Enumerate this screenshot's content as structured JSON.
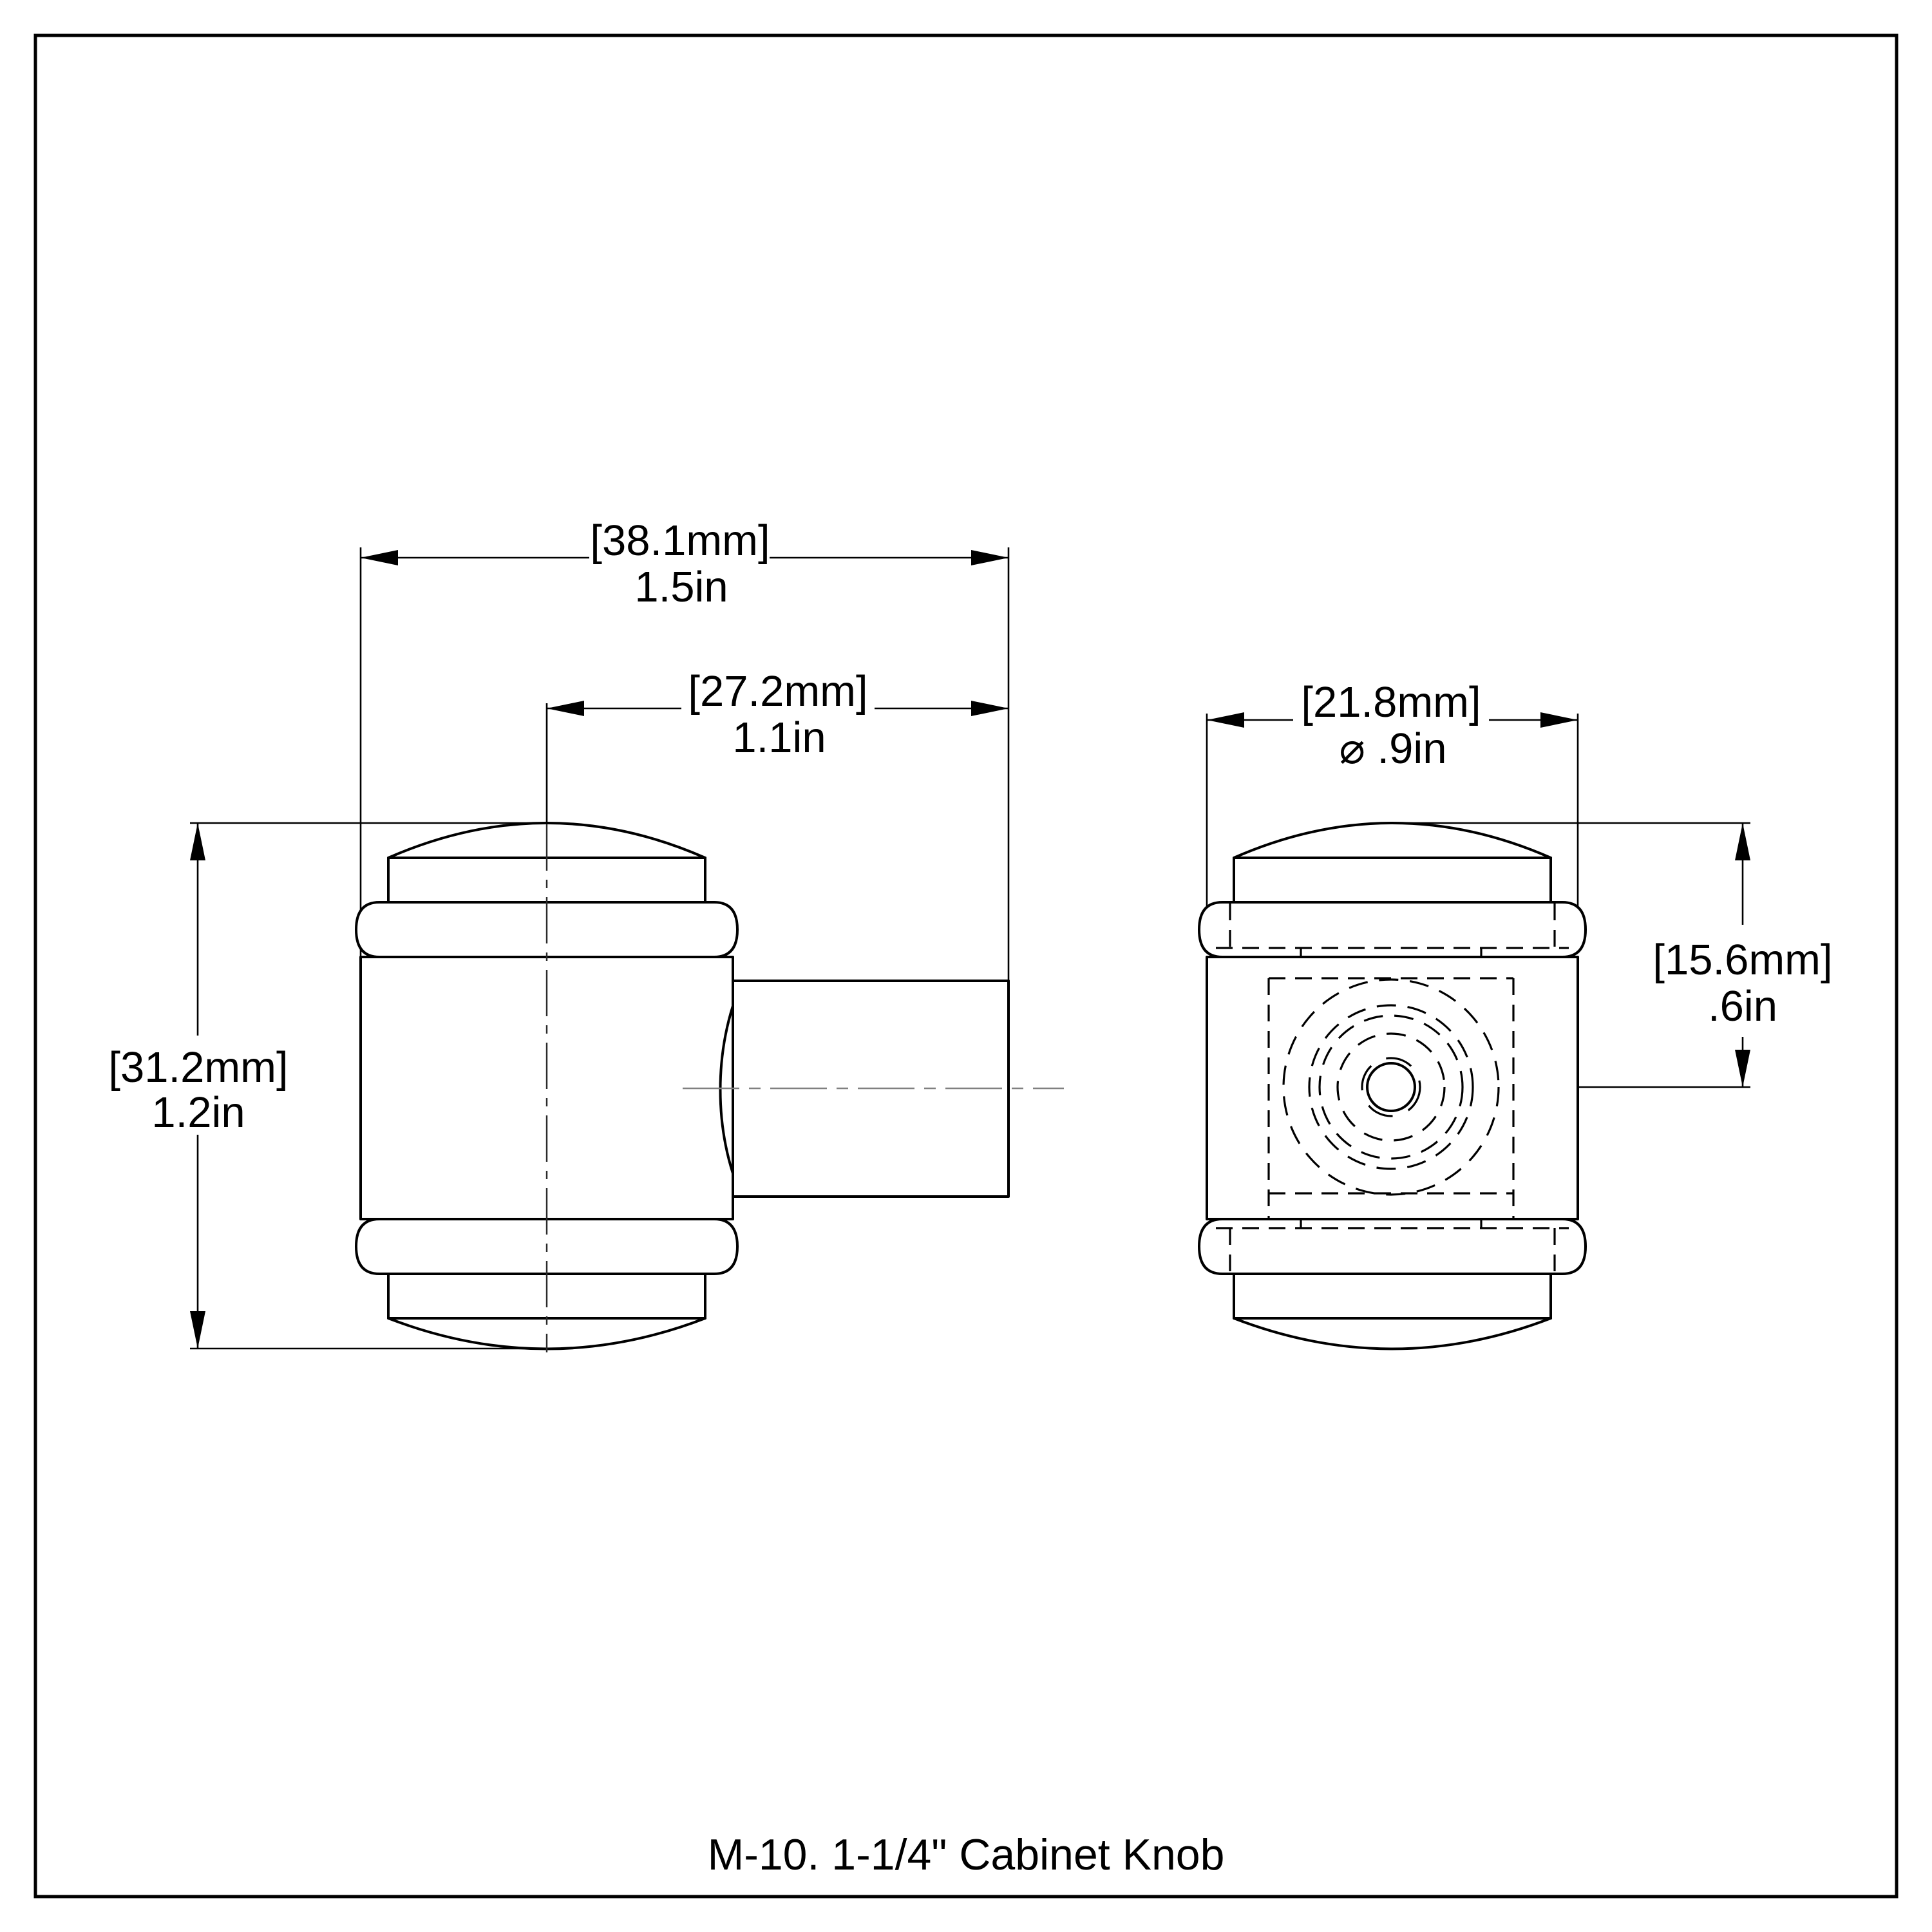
{
  "drawing": {
    "caption": "M-10. 1-1/4\" Cabinet Knob"
  },
  "dimensions": {
    "overall_projection": {
      "metric": "[38.1mm]",
      "imperial": "1.5in"
    },
    "stem_projection": {
      "metric": "[27.2mm]",
      "imperial": "1.1in"
    },
    "overall_height": {
      "metric": "[31.2mm]",
      "imperial": "1.2in"
    },
    "knob_diameter": {
      "metric": "[21.8mm]",
      "imperial": "⌀ .9in"
    },
    "top_to_hole_center": {
      "metric": "[15.6mm]",
      "imperial": ".6in"
    }
  },
  "colors": {
    "ink": "#000000",
    "paper": "#ffffff",
    "centerline_gray": "#808080"
  }
}
